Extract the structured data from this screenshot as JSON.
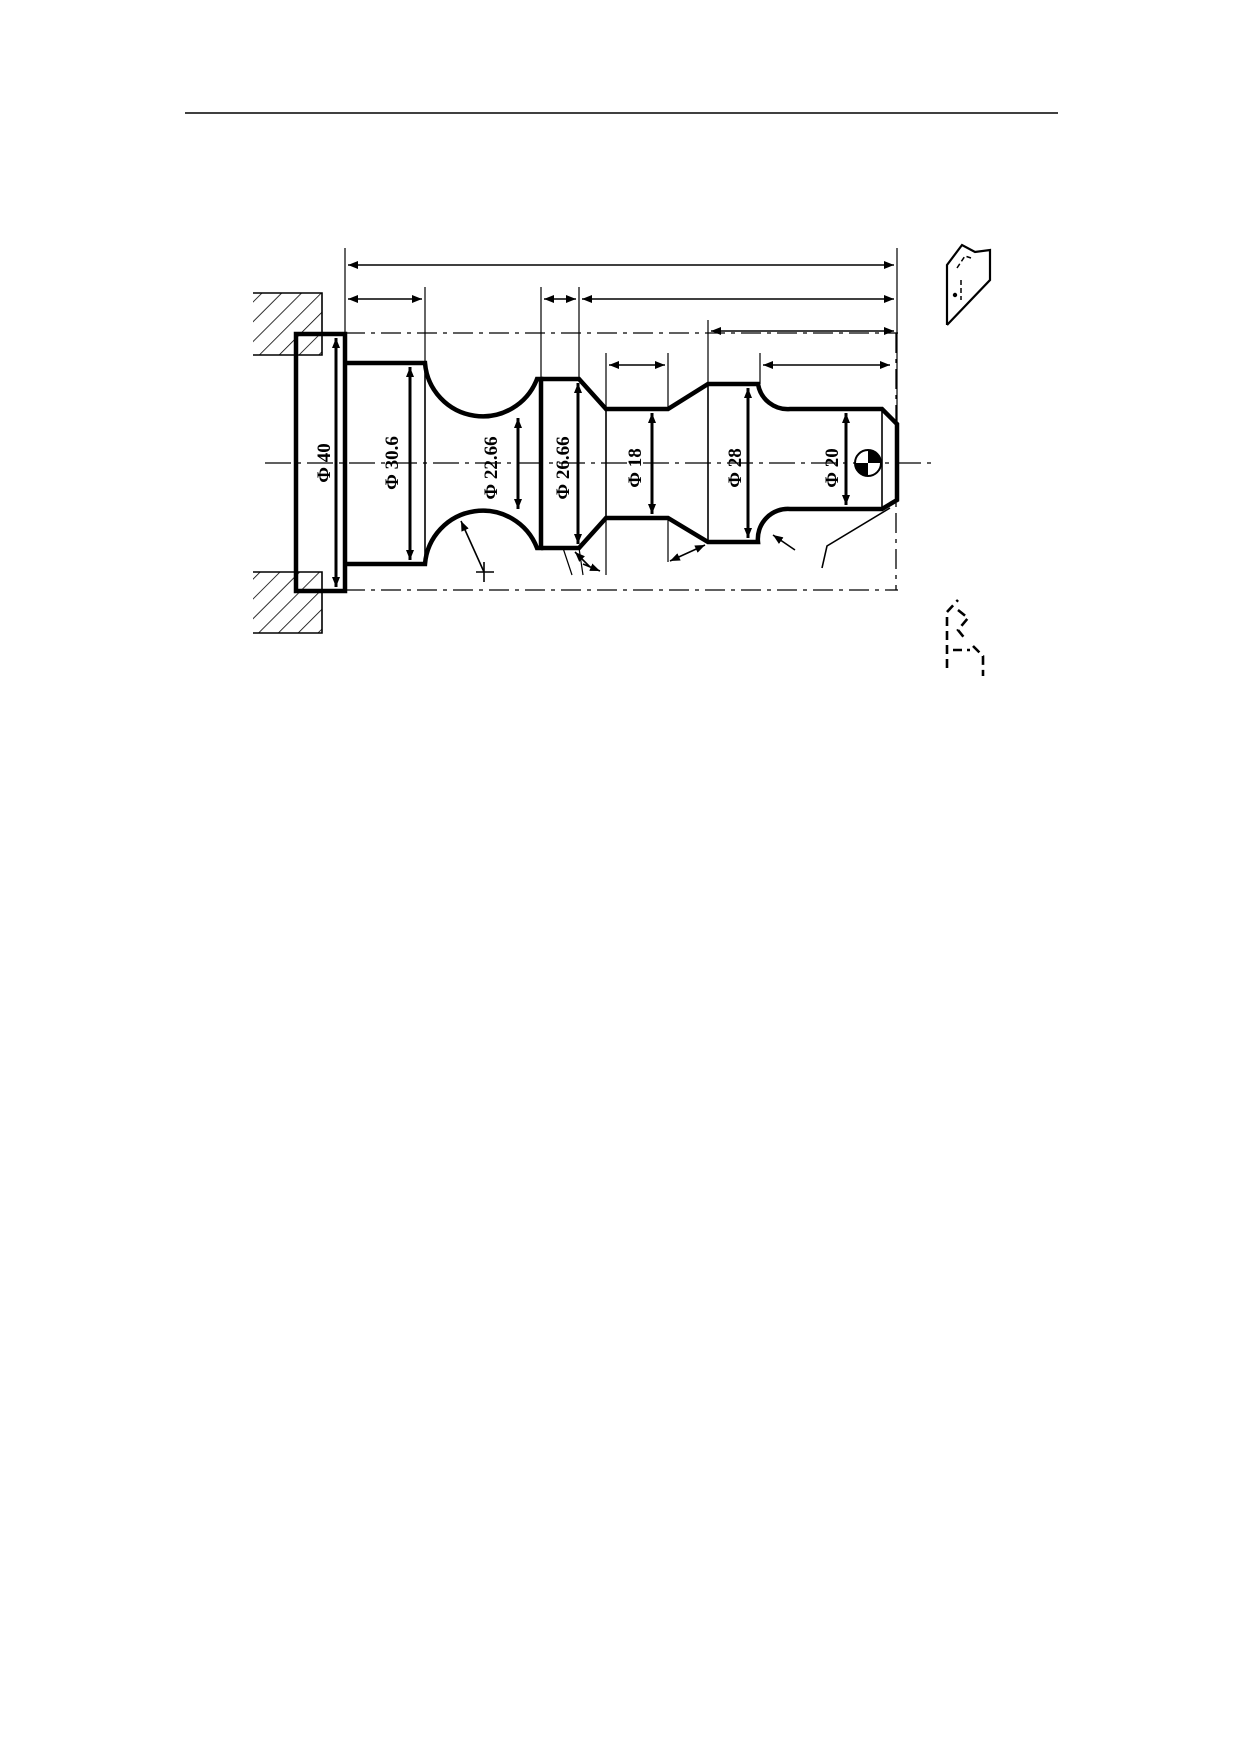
{
  "drawing": {
    "ink_color": "#000000",
    "background_color": "#ffffff",
    "diameter_labels": {
      "d40": "Φ 40",
      "d30_6": "Φ 30.6",
      "d22_66": "Φ 22.66",
      "d26_66": "Φ 26.66",
      "d18": "Φ 18",
      "d28": "Φ 28",
      "d20": "Φ 20"
    },
    "icons": [
      "turning-tool-icon",
      "cutting-tool-icon",
      "chuck-jaw-icon",
      "workpiece-origin-icon"
    ]
  }
}
